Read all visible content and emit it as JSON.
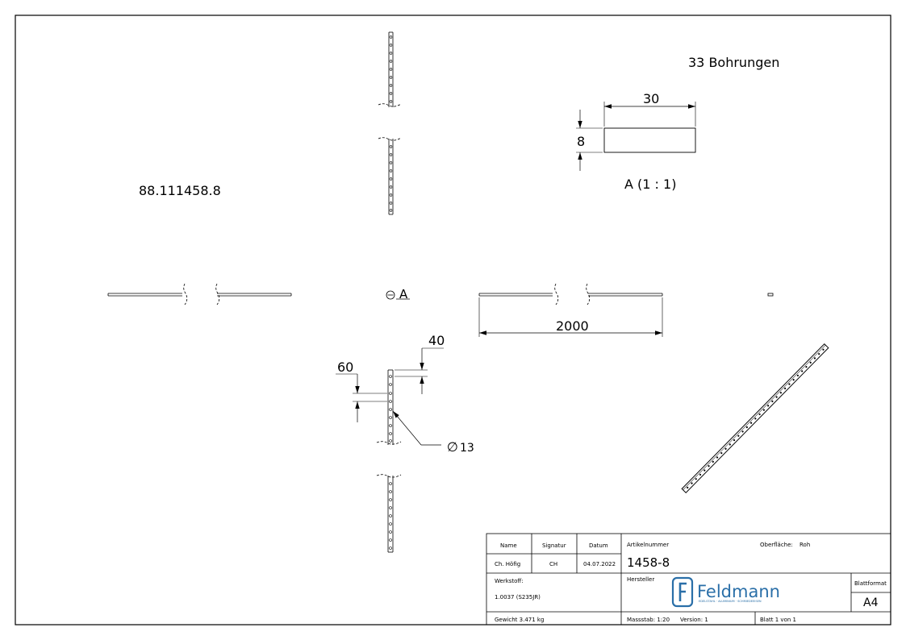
{
  "part_label": "88.111458.8",
  "holes_note": "33 Bohrungen",
  "section": {
    "width_dim": "30",
    "thickness_dim": "8",
    "label": "A (1 : 1)"
  },
  "section_marker": "A",
  "length_dim": "2000",
  "spacing_first_dim": "40",
  "spacing_pitch_dim": "60",
  "hole_diameter_dim": "13",
  "diameter_symbol": "∅",
  "title_block": {
    "col_name": "Name",
    "col_signature": "Signatur",
    "col_date": "Datum",
    "name_value": "Ch. Höfig",
    "signature_value": "CH",
    "date_value": "04.07.2022",
    "article_label": "Artikelnummer",
    "article_value": "1458-8",
    "surface_label": "Oberfläche:",
    "surface_value": "Roh",
    "material_label": "Werkstoff:",
    "material_value": "1.0037 (S235JR)",
    "manufacturer_label": "Hersteller",
    "format_label": "Blattformat",
    "format_value": "A4",
    "weight": "Gewicht 3.471 kg",
    "scale": "Massstab: 1:20",
    "version": "Version: 1",
    "sheet": "Blatt 1 von 1"
  },
  "logo": {
    "brand": "Feldmann",
    "tagline": "EDELSTAHL · ALUMINIUM · SCHMIEDEEISEN",
    "color": "#2a6fa8"
  }
}
